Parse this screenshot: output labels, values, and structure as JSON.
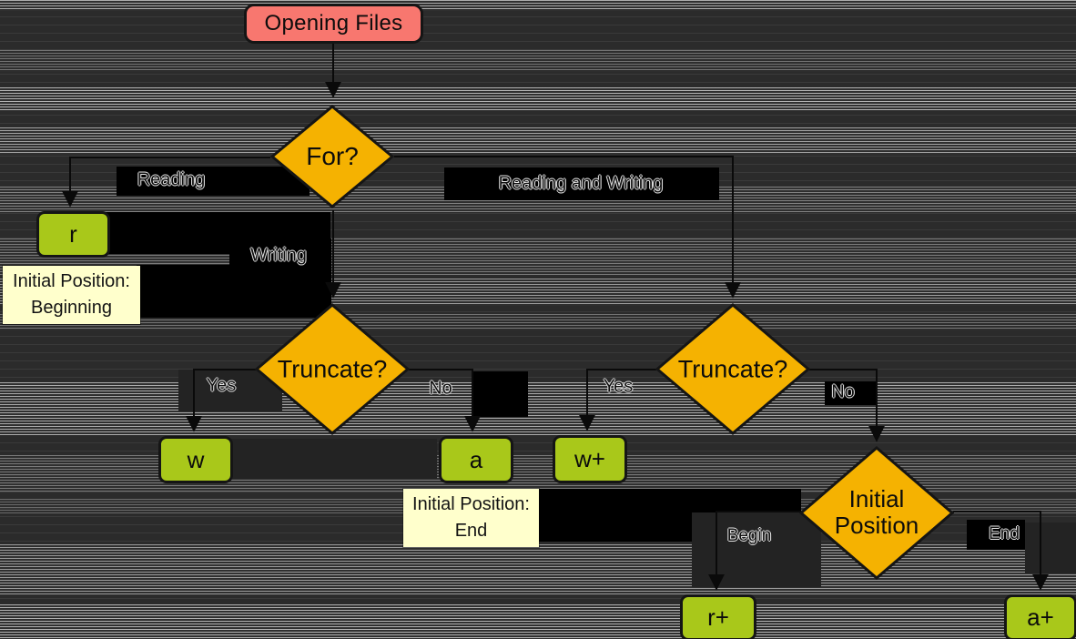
{
  "diagram": {
    "title": "Opening Files",
    "nodes": {
      "start": {
        "label": "Opening Files"
      },
      "for_decision": {
        "label": "For?"
      },
      "truncate_left": {
        "label": "Truncate?"
      },
      "truncate_right": {
        "label": "Truncate?"
      },
      "initial_position_decision": {
        "label": "Initial Position"
      },
      "mode_r": {
        "label": "r"
      },
      "mode_w": {
        "label": "w"
      },
      "mode_a": {
        "label": "a"
      },
      "mode_w_plus": {
        "label": "w+"
      },
      "mode_r_plus": {
        "label": "r+"
      },
      "mode_a_plus": {
        "label": "a+"
      }
    },
    "notes": {
      "beginning": {
        "line1": "Initial Position:",
        "line2": "Beginning"
      },
      "end": {
        "line1": "Initial Position:",
        "line2": "End"
      }
    },
    "edge_labels": {
      "reading": "Reading",
      "writing": "Writing",
      "reading_and_writing": "Reading and Writing",
      "truncate_left_yes": "Yes",
      "truncate_left_no": "No",
      "truncate_right_yes": "Yes",
      "truncate_right_no": "No",
      "initial_begin": "Begin",
      "initial_end": "End"
    },
    "colors": {
      "start_fill": "#F8776F",
      "decision_fill": "#F5B201",
      "mode_fill": "#A9C81A",
      "note_fill": "#FFFFCC",
      "line": "#0a0a0a",
      "background": "#2b2b2b"
    }
  }
}
